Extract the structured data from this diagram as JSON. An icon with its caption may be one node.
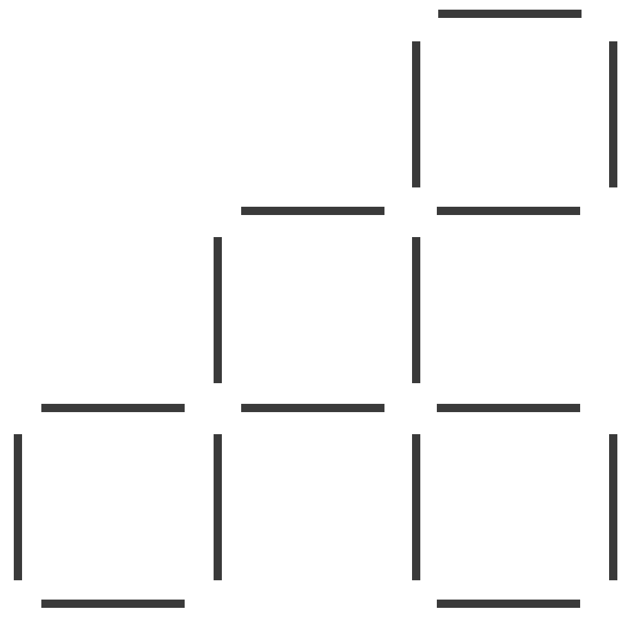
{
  "diagram": {
    "nodes": [
      {
        "text": [],
        "shape": "bar"
      },
      {
        "text": [],
        "shape": "bar"
      },
      {
        "text": [],
        "shape": "bar"
      },
      {
        "text": [],
        "shape": "bar"
      },
      {
        "text": [],
        "shape": "bar"
      },
      {
        "text": [],
        "shape": "bar"
      },
      {
        "text": [],
        "shape": "bar"
      },
      {
        "text": [],
        "shape": "bar"
      },
      {
        "text": [],
        "shape": "bar"
      },
      {
        "text": [],
        "shape": "bar"
      },
      {
        "text": [],
        "shape": "bar"
      },
      {
        "text": [],
        "shape": "bar"
      },
      {
        "text": [],
        "shape": "bar"
      },
      {
        "text": [],
        "shape": "bar"
      },
      {
        "text": [],
        "shape": "bar"
      },
      {
        "text": [],
        "shape": "bar"
      }
    ]
  }
}
